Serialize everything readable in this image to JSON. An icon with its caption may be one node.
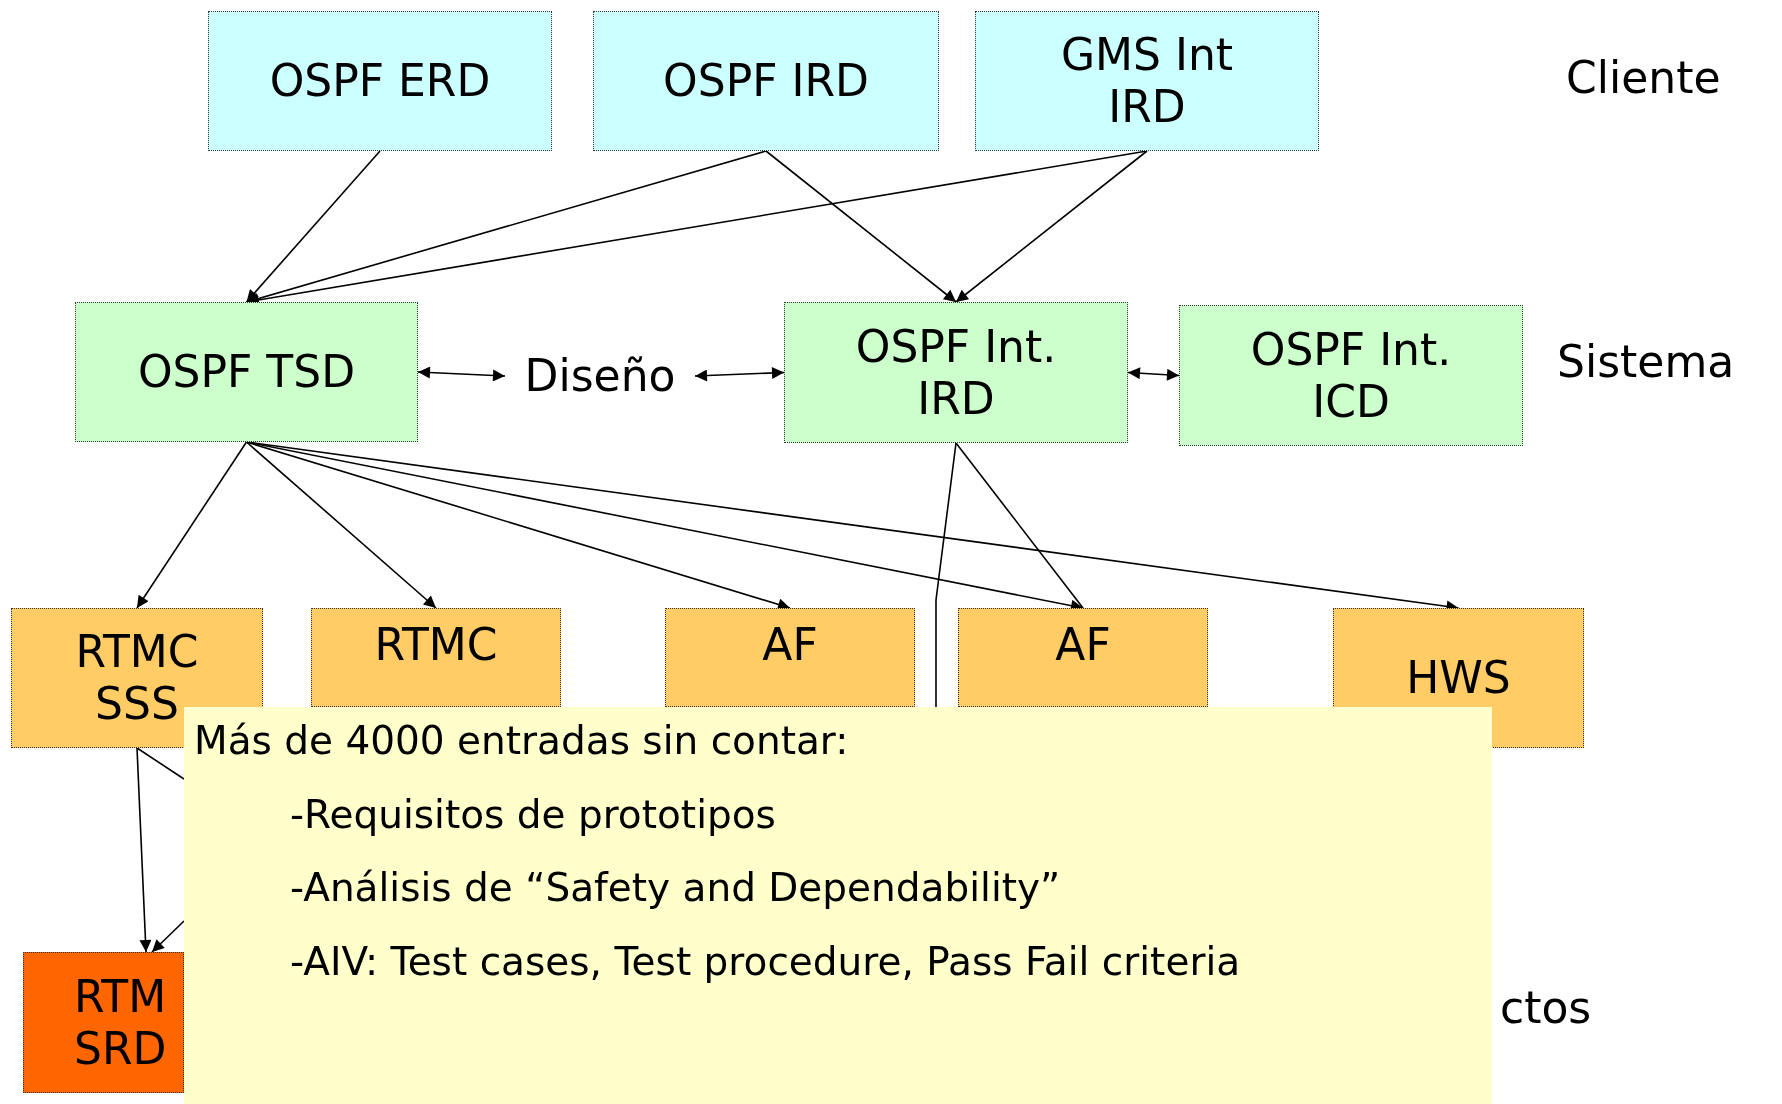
{
  "diagram": {
    "nodes": [
      {
        "text": [
          "OSPF ERD"
        ]
      },
      {
        "text": [
          "OSPF IRD"
        ]
      },
      {
        "text": [
          "GMS Int IRD"
        ]
      },
      {
        "text": [
          "OSPF TSD"
        ]
      },
      {
        "text": [
          "Diseño"
        ]
      },
      {
        "text": [
          "OSPF Int. IRD"
        ]
      },
      {
        "text": [
          "OSPF Int. ICD"
        ]
      },
      {
        "text": [
          "RTMC SSS"
        ]
      },
      {
        "text": [
          "RTMC"
        ]
      },
      {
        "text": [
          "AF"
        ]
      },
      {
        "text": [
          "AF"
        ]
      },
      {
        "text": [
          "HWS"
        ]
      },
      {
        "text": [
          "RTM SRD"
        ]
      },
      {
        "text": [
          "Más de 4000 entradas sin contar:",
          "-Requisitos de prototipos",
          "-Análisis de “Safety and Dependability”",
          "-AIV: Test cases, Test procedure, Pass Fail criteria"
        ]
      }
    ],
    "edges": [
      {
        "from": 0,
        "to": 3,
        "arrow": "to"
      },
      {
        "from": 1,
        "to": 3,
        "arrow": "to"
      },
      {
        "from": 2,
        "to": 3,
        "arrow": "to"
      },
      {
        "from": 1,
        "to": 5,
        "arrow": "to"
      },
      {
        "from": 2,
        "to": 5,
        "arrow": "to"
      },
      {
        "from": 3,
        "to": 4,
        "arrow": "both"
      },
      {
        "from": 4,
        "to": 5,
        "arrow": "both"
      },
      {
        "from": 5,
        "to": 6,
        "arrow": "both"
      },
      {
        "from": 3,
        "to": 7,
        "arrow": "to"
      },
      {
        "from": 3,
        "to": 8,
        "arrow": "to"
      },
      {
        "from": 3,
        "to": 9,
        "arrow": "to"
      },
      {
        "from": 3,
        "to": 10,
        "arrow": "to"
      },
      {
        "from": 3,
        "to": 11,
        "arrow": "to"
      },
      {
        "from": 5,
        "to": 13,
        "arrow": "none"
      },
      {
        "from": 5,
        "to": 10,
        "arrow": "none"
      },
      {
        "from": 7,
        "to": 12,
        "arrow": "to"
      },
      {
        "from": 7,
        "to": 13,
        "arrow": "none"
      },
      {
        "from": 13,
        "to": 12,
        "arrow": "to"
      }
    ],
    "labels": [
      "Cliente",
      "Sistema",
      "ctos"
    ]
  }
}
